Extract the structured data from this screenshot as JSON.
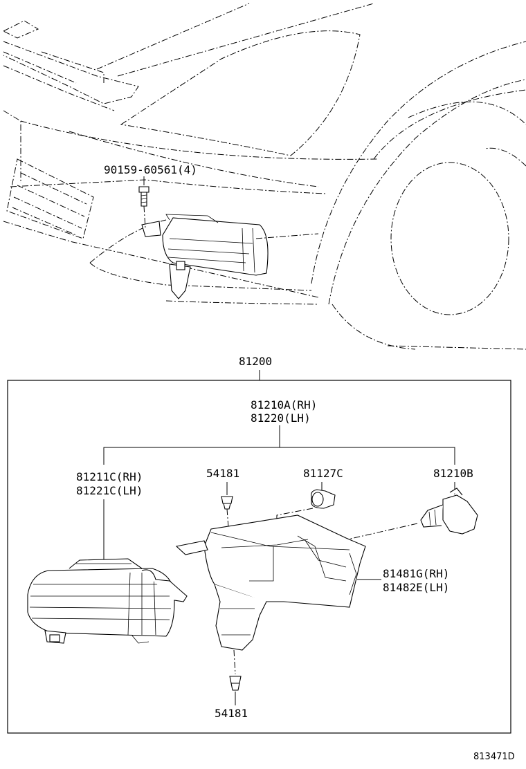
{
  "labels": {
    "bolt": "90159-60561(4)",
    "assembly": "81200",
    "lamp_unit_rh": "81210A(RH)",
    "lamp_unit_lh": "81220(LH)",
    "lens_rh": "81211C(RH)",
    "lens_lh": "81221C(LH)",
    "clip_upper": "54181",
    "socket": "81127C",
    "bulb": "81210B",
    "bracket_rh": "81481G(RH)",
    "bracket_lh": "81482E(LH)",
    "clip_lower": "54181"
  },
  "reference": "813471D"
}
